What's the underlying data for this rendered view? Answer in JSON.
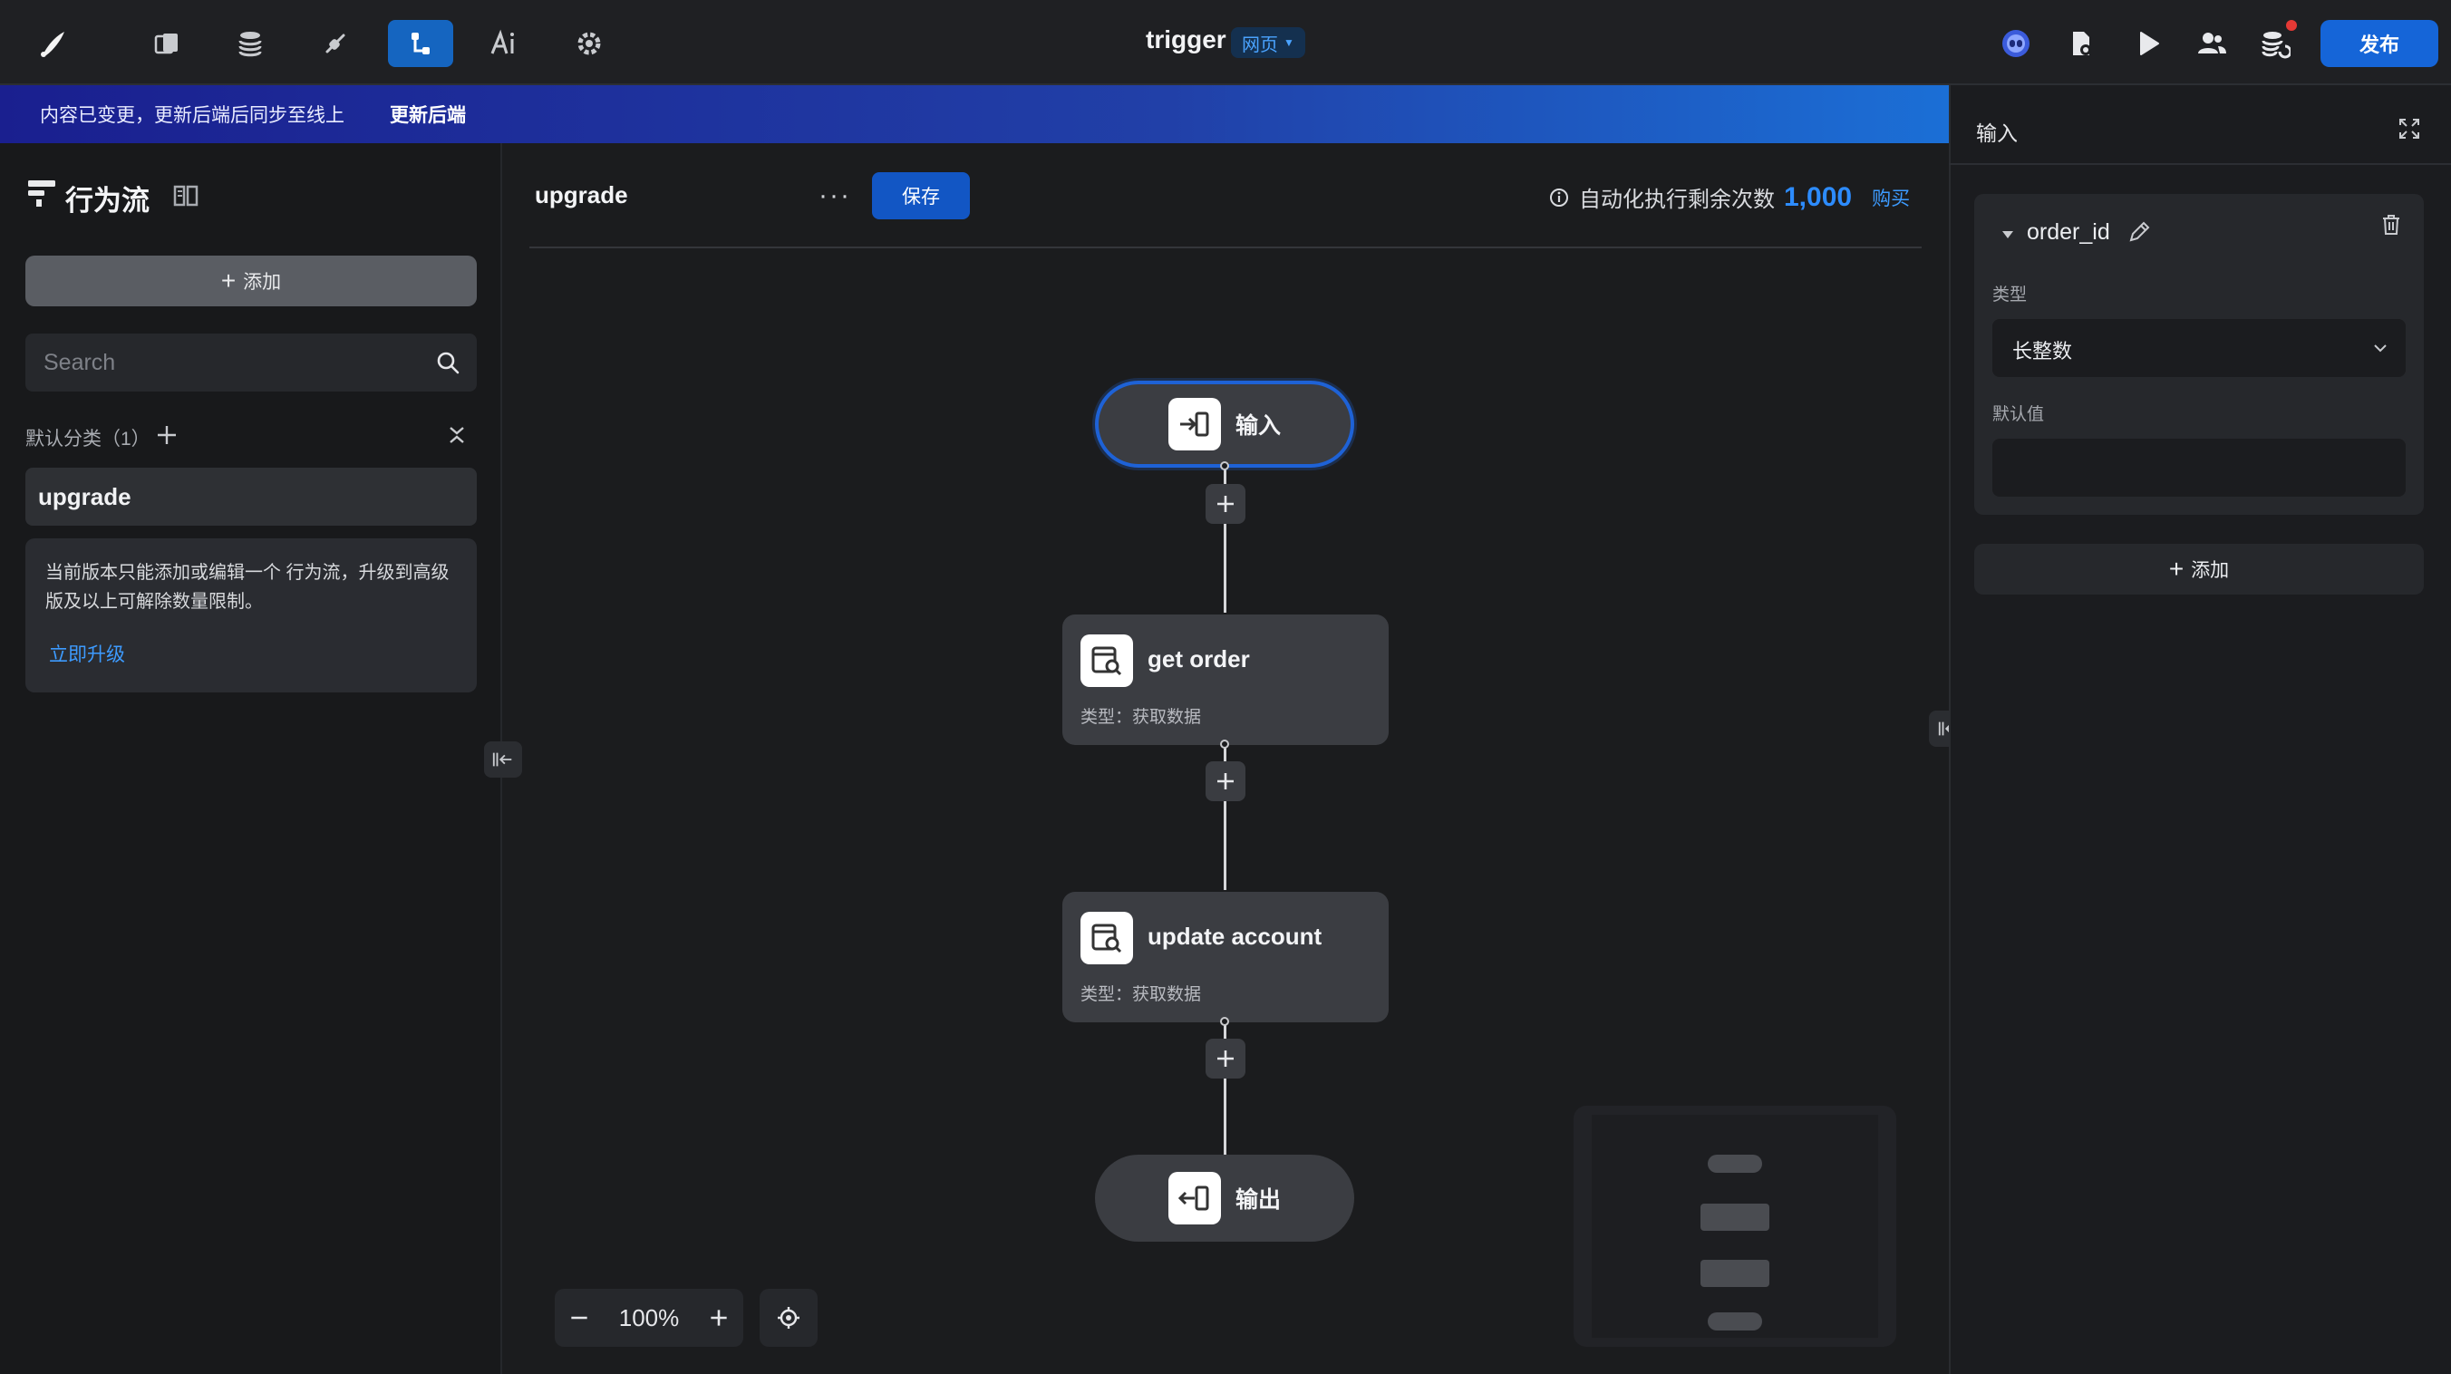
{
  "topbar": {
    "app_title": "trigger",
    "env_badge": "网页",
    "publish_label": "发布",
    "nav_icons": [
      "page-icon",
      "database-icon",
      "api-icon",
      "flow-icon",
      "ai-icon",
      "settings-icon"
    ],
    "active_nav": "flow-icon",
    "right_icons": [
      "copilot-icon",
      "document-settings-icon",
      "preview-play-icon",
      "users-icon",
      "database-sync-icon"
    ]
  },
  "banner": {
    "text": "内容已变更，更新后端后同步至线上",
    "link": "更新后端"
  },
  "sidebar": {
    "title": "行为流",
    "add_label": "添加",
    "search_placeholder": "Search",
    "category_label": "默认分类（1）",
    "items": [
      {
        "label": "upgrade"
      }
    ],
    "upgrade_notice": "当前版本只能添加或编辑一个 行为流，升级到高级版及以上可解除数量限制。",
    "upgrade_link": "立即升级"
  },
  "canvas": {
    "flow_name": "upgrade",
    "more_label": "···",
    "save_label": "保存",
    "quota_label": "自动化执行剩余次数",
    "quota_value": "1,000",
    "buy_label": "购买",
    "zoom_level": "100%",
    "nodes": {
      "input": {
        "label": "输入"
      },
      "get_order": {
        "title": "get order",
        "subtitle": "类型：获取数据"
      },
      "update_account": {
        "title": "update account",
        "subtitle": "类型：获取数据"
      },
      "output": {
        "label": "输出"
      }
    }
  },
  "right_panel": {
    "title": "输入",
    "param": {
      "name": "order_id",
      "type_label": "类型",
      "type_value": "长整数",
      "default_label": "默认值",
      "default_value": ""
    },
    "add_label": "添加"
  },
  "colors": {
    "accent": "#1565d8",
    "link": "#3d9bff",
    "quota": "#2d8cff",
    "selected_border": "#1e62d6"
  }
}
